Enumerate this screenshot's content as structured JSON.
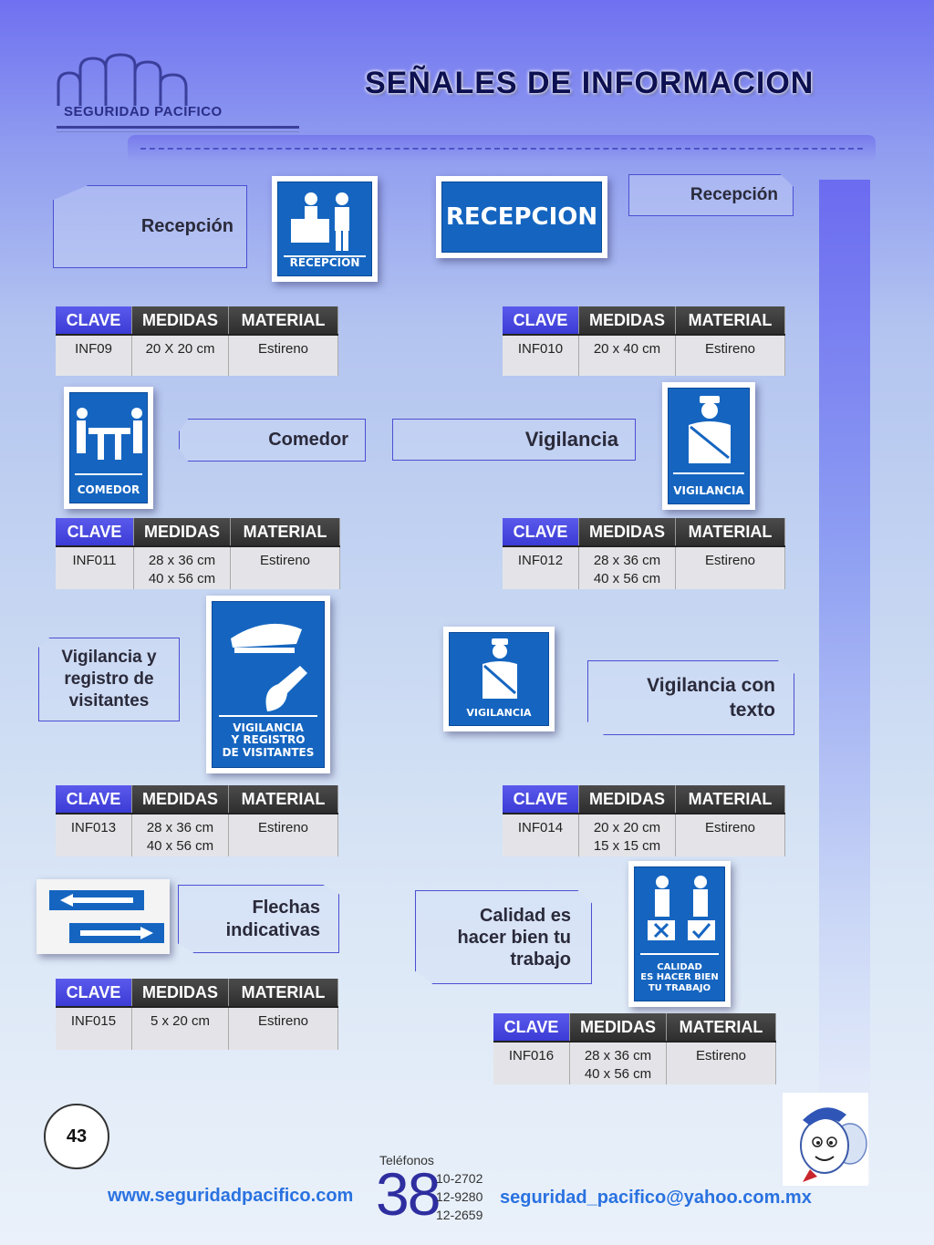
{
  "header": {
    "logo_text": "SEGURIDAD PACIFICO",
    "title": "SEÑALES DE INFORMACION"
  },
  "table_headers": {
    "clave": "CLAVE",
    "medidas": "MEDIDAS",
    "material": "MATERIAL"
  },
  "items": [
    {
      "label": "Recepción",
      "sign_caption": "RECEPCION",
      "clave": "INF09",
      "medidas": "20 X 20 cm",
      "medidas2": "",
      "material": "Estireno"
    },
    {
      "label": "Recepción",
      "sign_caption": "RECEPCION",
      "clave": "INF010",
      "medidas": "20 x 40 cm",
      "medidas2": "",
      "material": "Estireno"
    },
    {
      "label": "Comedor",
      "sign_caption": "COMEDOR",
      "clave": "INF011",
      "medidas": "28 x 36 cm",
      "medidas2": "40 x 56 cm",
      "material": "Estireno"
    },
    {
      "label": "Vigilancia",
      "sign_caption": "VIGILANCIA",
      "clave": "INF012",
      "medidas": "28 x 36 cm",
      "medidas2": "40 x 56 cm",
      "material": "Estireno"
    },
    {
      "label_lines": [
        "Vigilancia y",
        "registro de",
        "visitantes"
      ],
      "sign_caption_lines": [
        "VIGILANCIA",
        "Y REGISTRO",
        "DE VISITANTES"
      ],
      "clave": "INF013",
      "medidas": "28 x 36 cm",
      "medidas2": "40 x 56 cm",
      "material": "Estireno"
    },
    {
      "label_lines": [
        "Vigilancia con",
        "texto"
      ],
      "sign_caption": "VIGILANCIA",
      "clave": "INF014",
      "medidas": "20 x 20 cm",
      "medidas2": "15 x 15 cm",
      "material": "Estireno"
    },
    {
      "label_lines": [
        "Flechas",
        "indicativas"
      ],
      "clave": "INF015",
      "medidas": "5 x 20 cm",
      "medidas2": "",
      "material": "Estireno"
    },
    {
      "label_lines": [
        "Calidad es",
        "hacer bien tu",
        "trabajo"
      ],
      "sign_caption_lines": [
        "CALIDAD",
        "ES HACER BIEN",
        "TU TRABAJO"
      ],
      "clave": "INF016",
      "medidas": "28 x 36 cm",
      "medidas2": "40 x 56 cm",
      "material": "Estireno"
    }
  ],
  "footer": {
    "page_number": "43",
    "website": "www.seguridadpacifico.com",
    "phones_label": "Teléfonos",
    "phones_prefix": "38",
    "phones": [
      "10-2702",
      "12-9280",
      "12-2659"
    ],
    "email": "seguridad_pacifico@yahoo.com.mx"
  },
  "colors": {
    "sign_blue": "#1565c0",
    "label_border": "#4b4fd2",
    "clave_header": "#3b3bd6",
    "link_blue": "#2a72e0",
    "title": "#0d1050"
  }
}
